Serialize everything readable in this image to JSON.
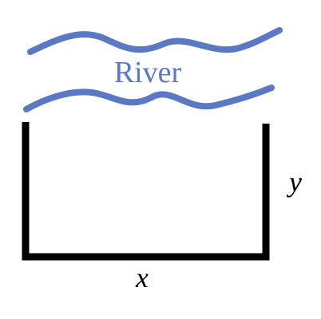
{
  "river": {
    "label": "River",
    "color": "#5b78c4"
  },
  "fence": {
    "color": "#000000"
  },
  "labels": {
    "x": "x",
    "y": "y"
  }
}
